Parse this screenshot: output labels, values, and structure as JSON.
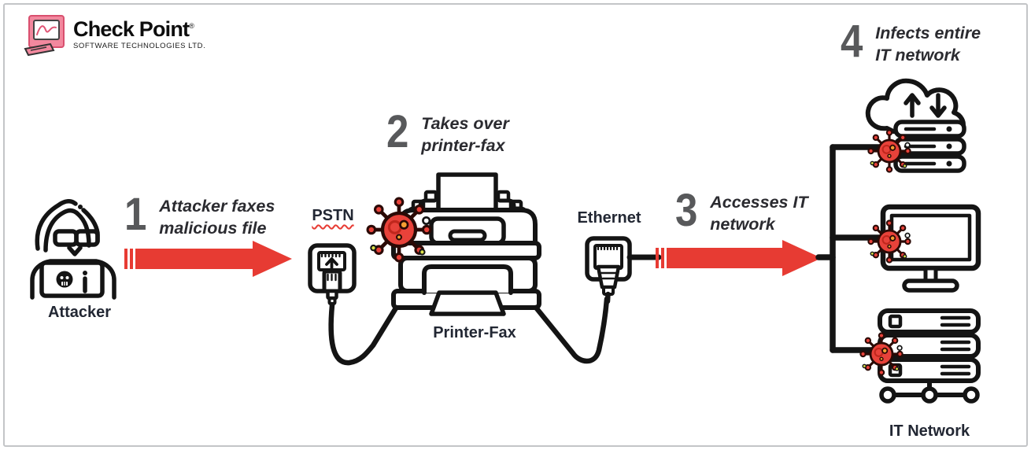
{
  "brand": {
    "name": "Check Point",
    "registered": "®",
    "tagline": "SOFTWARE TECHNOLOGIES LTD."
  },
  "steps": [
    {
      "number": "1",
      "line1": "Attacker faxes",
      "line2": "malicious file"
    },
    {
      "number": "2",
      "line1": "Takes over",
      "line2": "printer-fax"
    },
    {
      "number": "3",
      "line1": "Accesses IT",
      "line2": "network"
    },
    {
      "number": "4",
      "line1": "Infects entire",
      "line2": "IT network"
    }
  ],
  "labels": {
    "attacker": "Attacker",
    "pstn": "PSTN",
    "printer_fax": "Printer-Fax",
    "ethernet": "Ethernet",
    "it_network": "IT Network"
  },
  "colors": {
    "arrow_red": "#e73b33",
    "virus_red": "#e8423a",
    "virus_outline": "#2b0a06",
    "accent_orange": "#f59e31",
    "accent_green": "#dde24a",
    "number_gray": "#58595b",
    "step_text": "#2b2b30",
    "label_dark": "#222733",
    "line_black": "#141414",
    "logo_pink": "#f2889e",
    "border_gray": "#c3c5c7"
  }
}
